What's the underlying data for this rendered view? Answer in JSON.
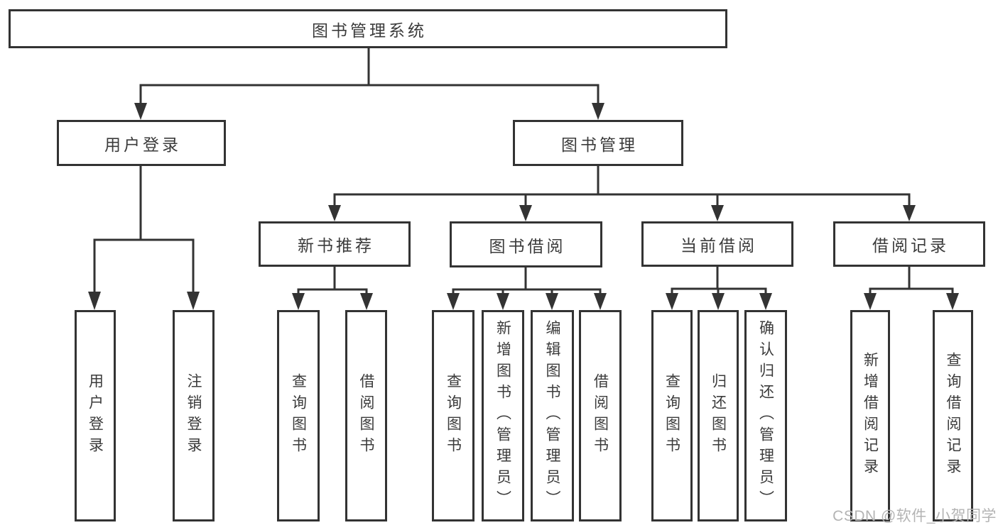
{
  "page": {
    "background": "#ffffff",
    "line_color": "#333333",
    "box_border_color": "#333333",
    "text_color": "#3b3b3b"
  },
  "tree": {
    "root": "图书管理系统",
    "branches": [
      {
        "label": "用户登录",
        "children": [
          "用户登录",
          "注销登录"
        ]
      },
      {
        "label": "图书管理",
        "children": [
          {
            "label": "新书推荐",
            "children": [
              "查询图书",
              "借阅图书"
            ]
          },
          {
            "label": "图书借阅",
            "children": [
              "查询图书",
              "新增图书（管理员）",
              "编辑图书（管理员）",
              "借阅图书"
            ]
          },
          {
            "label": "当前借阅",
            "children": [
              "查询图书",
              "归还图书",
              "确认归还（管理员）"
            ]
          },
          {
            "label": "借阅记录",
            "children": [
              "新增借阅记录",
              "查询借阅记录"
            ]
          }
        ]
      }
    ]
  },
  "watermark": {
    "text": "CSDN @软件_小贺同学",
    "color": "#b4b4b4"
  }
}
